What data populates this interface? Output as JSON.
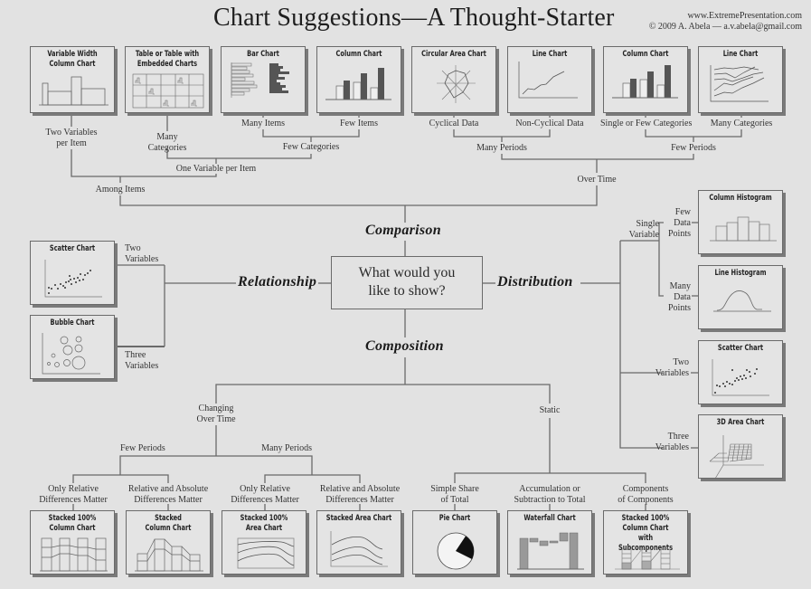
{
  "header": {
    "title": "Chart Suggestions—A Thought-Starter",
    "website": "www.ExtremePresentation.com",
    "copyright": "© 2009  A. Abela — a.v.abela@gmail.com"
  },
  "center_question": {
    "line1": "What would you",
    "line2": "like to show?"
  },
  "categories": {
    "comparison": "Comparison",
    "relationship": "Relationship",
    "distribution": "Distribution",
    "composition": "Composition"
  },
  "comparison": {
    "charts": [
      {
        "title1": "Variable Width",
        "title2": "Column Chart"
      },
      {
        "title1": "Table or Table with",
        "title2": "Embedded Charts"
      },
      {
        "title1": "Bar Chart",
        "title2": ""
      },
      {
        "title1": "Column Chart",
        "title2": ""
      },
      {
        "title1": "Circular Area Chart",
        "title2": ""
      },
      {
        "title1": "Line Chart",
        "title2": ""
      },
      {
        "title1": "Column Chart",
        "title2": ""
      },
      {
        "title1": "Line Chart",
        "title2": ""
      }
    ],
    "labels": {
      "two_vars_1": "Two Variables",
      "two_vars_2": "per Item",
      "many_cat_1": "Many",
      "many_cat_2": "Categories",
      "many_items": "Many Items",
      "few_items": "Few Items",
      "few_categories": "Few Categories",
      "one_var": "One Variable per Item",
      "among_items": "Among Items",
      "cyclical": "Cyclical Data",
      "non_cyclical": "Non-Cyclical Data",
      "single_few_cat": "Single or Few Categories",
      "many_categories": "Many Categories",
      "many_periods": "Many Periods",
      "few_periods": "Few Periods",
      "over_time": "Over Time"
    }
  },
  "relationship": {
    "charts": [
      {
        "title": "Scatter Chart"
      },
      {
        "title": "Bubble Chart"
      }
    ],
    "labels": {
      "two_1": "Two",
      "two_2": "Variables",
      "three_1": "Three",
      "three_2": "Variables"
    }
  },
  "distribution": {
    "charts": [
      {
        "title": "Column Histogram"
      },
      {
        "title": "Line Histogram"
      },
      {
        "title": "Scatter Chart"
      },
      {
        "title": "3D Area Chart"
      }
    ],
    "labels": {
      "single_1": "Single",
      "single_2": "Variable",
      "few_1": "Few",
      "few_2": "Data",
      "few_3": "Points",
      "many_1": "Many",
      "many_2": "Data",
      "many_3": "Points",
      "two_1": "Two",
      "two_2": "Variables",
      "three_1": "Three",
      "three_2": "Variables"
    }
  },
  "composition": {
    "charts": [
      {
        "title1": "Stacked 100%",
        "title2": "Column Chart"
      },
      {
        "title1": "Stacked",
        "title2": "Column Chart"
      },
      {
        "title1": "Stacked 100%",
        "title2": "Area Chart"
      },
      {
        "title1": "Stacked Area Chart",
        "title2": ""
      },
      {
        "title1": "Pie Chart",
        "title2": ""
      },
      {
        "title1": "Waterfall Chart",
        "title2": ""
      },
      {
        "title1": "Stacked 100% Column Chart",
        "title2": "with Subcomponents"
      }
    ],
    "labels": {
      "changing_1": "Changing",
      "changing_2": "Over Time",
      "static": "Static",
      "few_periods": "Few Periods",
      "many_periods": "Many Periods",
      "only_rel_1": "Only Relative",
      "only_rel_2": "Differences Matter",
      "rel_abs_1": "Relative and Absolute",
      "rel_abs_2": "Differences Matter",
      "only_rel_b1": "Only Relative",
      "only_rel_b2": "Differences Matter",
      "rel_abs_b1": "Relative and Absolute",
      "rel_abs_b2": "Differences Matter",
      "simple_share_1": "Simple Share",
      "simple_share_2": "of Total",
      "accum_1": "Accumulation or",
      "accum_2": "Subtraction to Total",
      "comp_1": "Components",
      "comp_2": "of Components"
    }
  },
  "colors": {
    "background": "#e2e2e2",
    "line": "#666666",
    "box_border": "#6a6a6a",
    "box_shadow": "#7a7a7a",
    "dark_fill": "#555555",
    "text": "#333333"
  }
}
